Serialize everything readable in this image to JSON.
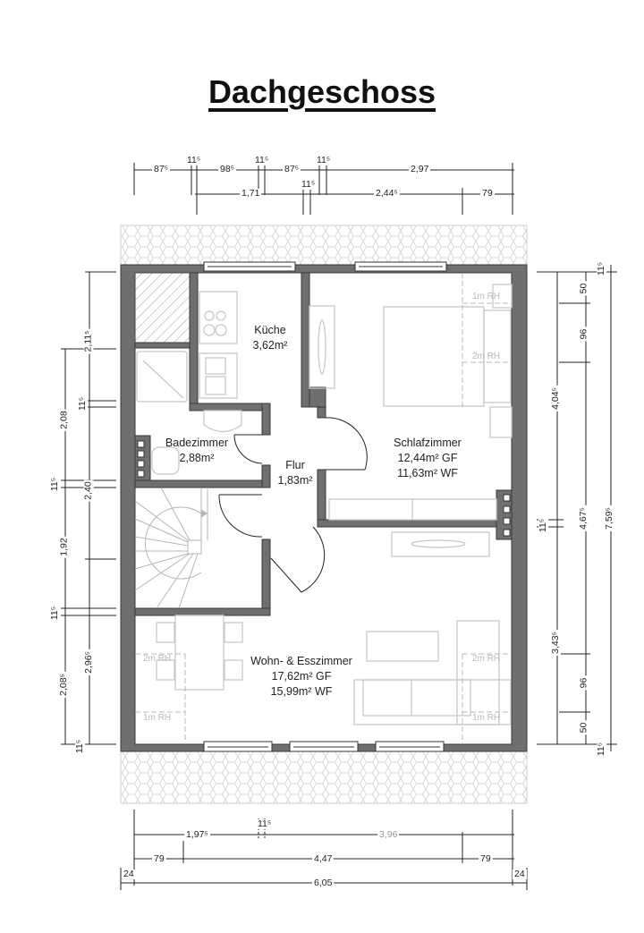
{
  "title": "Dachgeschoss",
  "rooms": {
    "kueche": {
      "name": "Küche",
      "area": "3,62m²"
    },
    "bad": {
      "name": "Badezimmer",
      "area": "2,88m²"
    },
    "flur": {
      "name": "Flur",
      "area": "1,83m²"
    },
    "schlaf": {
      "name": "Schlafzimmer",
      "gf": "12,44m² GF",
      "wf": "11,63m² WF"
    },
    "wohn": {
      "name": "Wohn- & Esszimmer",
      "gf": "17,62m² GF",
      "wf": "15,99m² WF"
    }
  },
  "ceiling_height_labels": {
    "rh1": "1m RH",
    "rh2": "2m RH"
  },
  "dimensions": {
    "top_row1": [
      "87⁵",
      "11⁵",
      "98⁵",
      "11⁵",
      "87⁵",
      "11⁵",
      "2,97"
    ],
    "top_row2": [
      "1,71",
      "11⁵",
      "2,44⁵",
      "79"
    ],
    "left_outer": [
      "2,08",
      "11⁵",
      "2,40",
      "11⁵",
      "1,92",
      "11⁵",
      "2,08⁵",
      "11⁵"
    ],
    "left_inner": [
      "2,11⁵",
      "11⁵",
      "2,96⁵"
    ],
    "right_inner": [
      "4,04⁵",
      "11⁵",
      "3,43⁵"
    ],
    "right_mid": [
      "50",
      "96",
      "4,67⁵",
      "96",
      "50"
    ],
    "right_outer": [
      "11⁵",
      "7,59⁵",
      "11⁵"
    ],
    "bottom_row1": [
      "1,97⁵",
      "11⁵",
      "3,96"
    ],
    "bottom_row2": [
      "79",
      "4,47",
      "79"
    ],
    "bottom_row3": [
      "24",
      "6,05",
      "24"
    ]
  },
  "colors": {
    "wall": "#6f6f6f",
    "wall_outline": "#3a3a3a",
    "furniture": "#c8c8c8",
    "roof_hatch": "#dcdcdc"
  }
}
